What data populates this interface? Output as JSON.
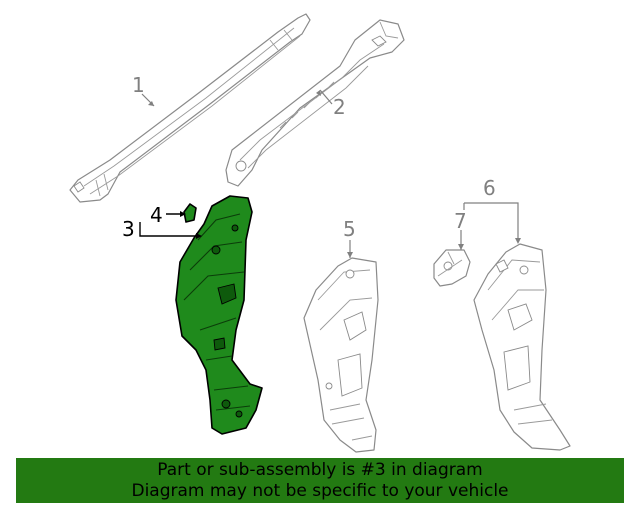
{
  "callouts": {
    "c1": "1",
    "c2": "2",
    "c3": "3",
    "c4": "4",
    "c5": "5",
    "c6": "6",
    "c7": "7"
  },
  "highlighted_part": "3",
  "highlight_color": "#237a12",
  "banner": {
    "line1": "Part or sub-assembly is #3 in diagram",
    "line2": "Diagram may not be specific to your vehicle"
  }
}
